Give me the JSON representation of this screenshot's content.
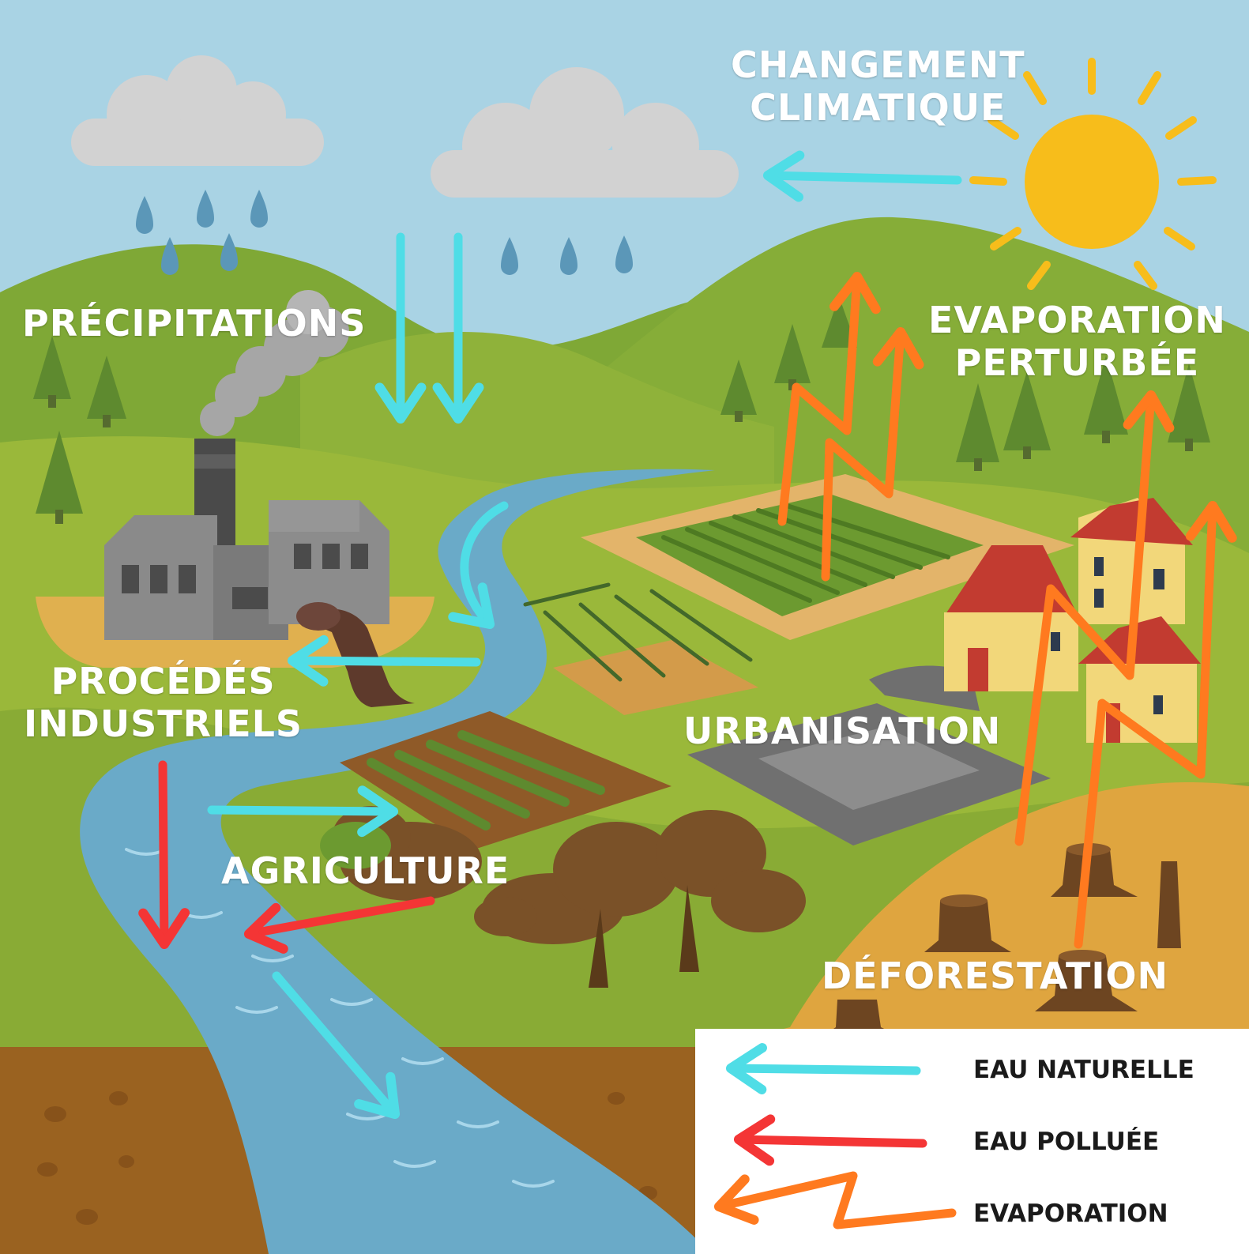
{
  "colors": {
    "sky": "#a9d3e4",
    "hill_dark": "#7fa836",
    "hill_light": "#96b83a",
    "river": "#6aaac8",
    "soil": "#9a6220",
    "natural_arrow": "#4fdde6",
    "polluted_arrow": "#f43535",
    "evaporation_arrow": "#ff7a1f",
    "sun": "#f7bd1b"
  },
  "labels": {
    "climate_change": [
      "CHANGEMENT",
      "CLIMATIQUE"
    ],
    "precipitations": "PRÉCIPITATIONS",
    "disturbed_evaporation": [
      "EVAPORATION",
      "PERTURBÉE"
    ],
    "industrial_processes": [
      "PROCÉDÉS",
      "INDUSTRIELS"
    ],
    "urbanisation": "URBANISATION",
    "agriculture": "AGRICULTURE",
    "deforestation": "DÉFORESTATION"
  },
  "legend": [
    {
      "label": "EAU NATURELLE",
      "arrow": "natural"
    },
    {
      "label": "EAU POLLUÉE",
      "arrow": "polluted"
    },
    {
      "label": "EVAPORATION",
      "arrow": "evaporation"
    }
  ]
}
